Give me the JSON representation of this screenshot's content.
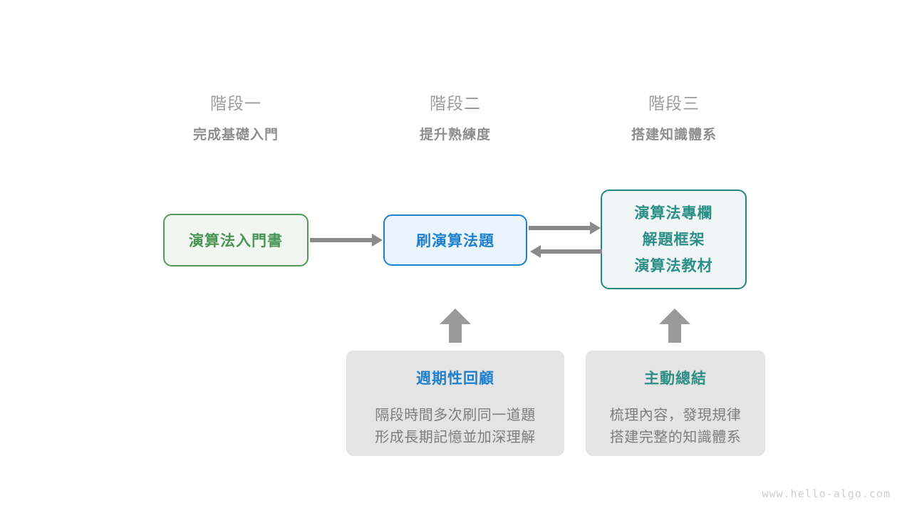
{
  "stages": [
    {
      "title": "階段一",
      "subtitle": "完成基礎入門"
    },
    {
      "title": "階段二",
      "subtitle": "提升熟練度"
    },
    {
      "title": "階段三",
      "subtitle": "搭建知識體系"
    }
  ],
  "nodes": {
    "book": {
      "label": "演算法入門書",
      "color": "#4a9455"
    },
    "practice": {
      "label": "刷演算法題",
      "color": "#1f80d0"
    },
    "resources": {
      "line1": "演算法專欄",
      "line2": "解題框架",
      "line3": "演算法教材",
      "color": "#2c8f87"
    }
  },
  "arrows": {
    "book_to_practice": "arrow-right",
    "practice_to_resources": "arrow-right",
    "resources_to_practice": "arrow-left",
    "review_to_practice": "arrow-up",
    "summary_to_resources": "arrow-up",
    "color": "#8a8a8a"
  },
  "cards": [
    {
      "title": "週期性回顧",
      "title_color": "#1f80d0",
      "body_line1": "隔段時間多次刷同一道題",
      "body_line2": "形成長期記憶並加深理解"
    },
    {
      "title": "主動總結",
      "title_color": "#2c8f87",
      "body_line1": "梳理內容，發現規律",
      "body_line2": "搭建完整的知識體系"
    }
  ],
  "watermark": "www.hello-algo.com"
}
